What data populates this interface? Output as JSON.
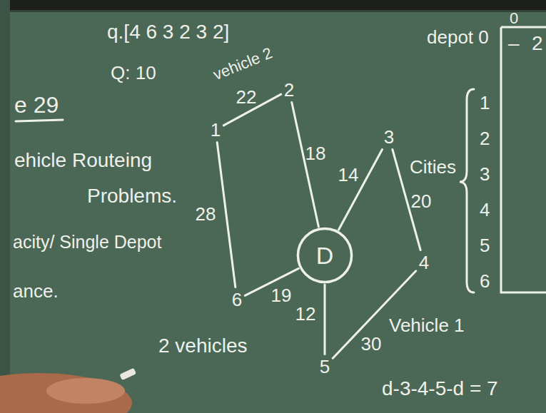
{
  "diagram": {
    "nodes": [
      {
        "text": [
          "1"
        ]
      },
      {
        "text": [
          "2"
        ]
      },
      {
        "text": [
          "3"
        ]
      },
      {
        "text": [
          "D"
        ]
      },
      {
        "text": [
          "4"
        ]
      },
      {
        "text": [
          "6"
        ]
      },
      {
        "text": [
          "5"
        ]
      }
    ],
    "edges": [
      {
        "from": 0,
        "to": 1,
        "label": "22",
        "arrow": "none"
      },
      {
        "from": 1,
        "to": 3,
        "label": "18",
        "arrow": "none"
      },
      {
        "from": 0,
        "to": 5,
        "label": "28",
        "arrow": "none"
      },
      {
        "from": 5,
        "to": 3,
        "label": "19",
        "arrow": "none"
      },
      {
        "from": 3,
        "to": 2,
        "label": "14",
        "arrow": "none"
      },
      {
        "from": 2,
        "to": 4,
        "label": "20",
        "arrow": "none"
      },
      {
        "from": 4,
        "to": 6,
        "label": "30",
        "arrow": "none"
      },
      {
        "from": 6,
        "to": 3,
        "label": "12",
        "arrow": "none"
      }
    ],
    "labels": [
      "q.[4 6 3 2 3 2]",
      "Q: 10",
      "vehicle 2",
      "e 29",
      "ehicle Routeing",
      "Problems.",
      "acity/ Single Depot",
      "ance.",
      "2 vehicles",
      "Vehicle 1",
      "depot 0",
      "0",
      "Cities",
      "1",
      "2",
      "3",
      "4",
      "5",
      "6",
      "–",
      "2",
      "d-3-4-5-d = 7"
    ]
  }
}
